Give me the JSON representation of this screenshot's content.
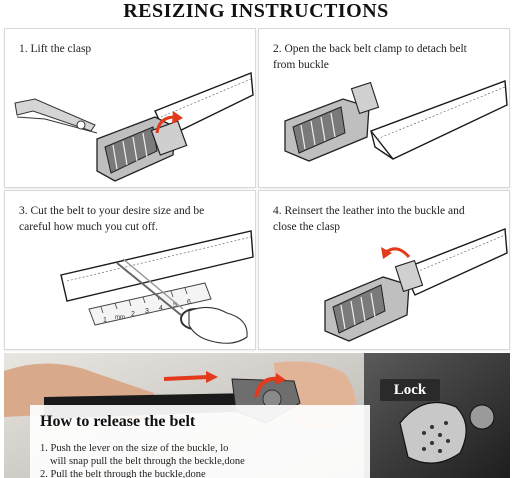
{
  "title": "RESIZING INSTRUCTIONS",
  "steps": [
    {
      "line1": "1.  Lift the clasp",
      "line2": ""
    },
    {
      "line1": "2.  Open the back belt clamp to detach belt",
      "line2": "from buckle"
    },
    {
      "line1": "3.  Cut the belt to your desire size and be",
      "line2": "careful how much you cut off."
    },
    {
      "line1": "4.  Reinsert the leather into the buckle and",
      "line2": "close the clasp"
    }
  ],
  "ruler_numbers": [
    "1",
    "2",
    "3",
    "4",
    "5",
    "6"
  ],
  "ruler_unit": "mm",
  "release": {
    "title": "How to release the belt",
    "line1": "1.  Push the lever on the size of the buckle, lo",
    "line2": "will snap pull the belt through the beckle,done",
    "line3": "2.  Pull the belt through the buckle,done"
  },
  "lock_label": "Lock",
  "colors": {
    "arrow": "#e23a1a",
    "metal": "#6e6e6e",
    "belt": "#1a1a1a",
    "panel_border": "#d8d8d8"
  },
  "icons": [
    "clasp-arrow-icon",
    "curved-arrow-icon",
    "scissors-icon",
    "hand-icon",
    "lock-icon"
  ]
}
